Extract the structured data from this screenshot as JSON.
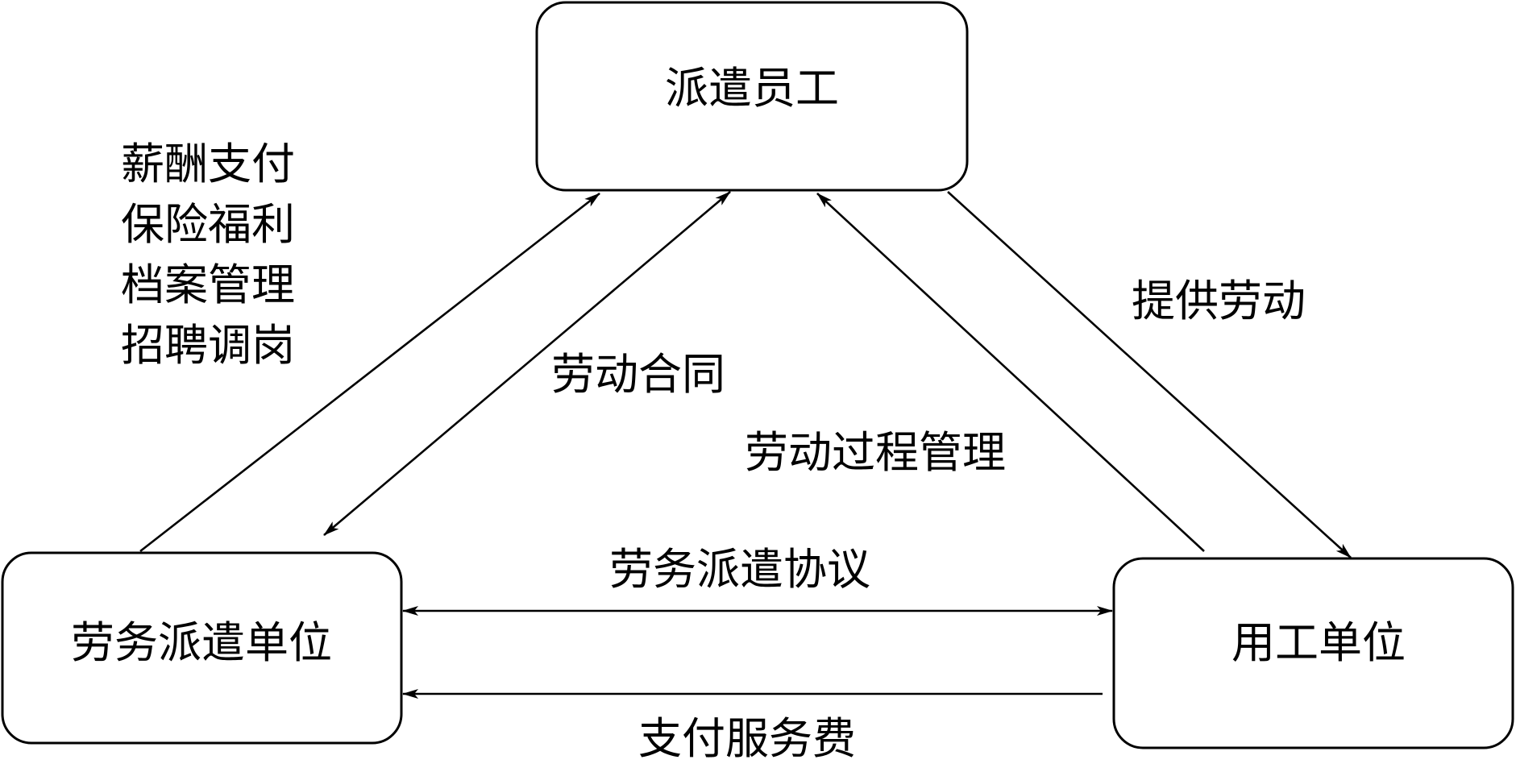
{
  "nodes": {
    "employee": "派遣员工",
    "agency": "劳务派遣单位",
    "employer": "用工单位"
  },
  "edges": {
    "agency_services": [
      "薪酬支付",
      "保险福利",
      "档案管理",
      "招聘调岗"
    ],
    "labor_contract": "劳动合同",
    "process_management": "劳动过程管理",
    "provide_labor": "提供劳动",
    "dispatch_agreement": "劳务派遣协议",
    "service_fee": "支付服务费"
  }
}
